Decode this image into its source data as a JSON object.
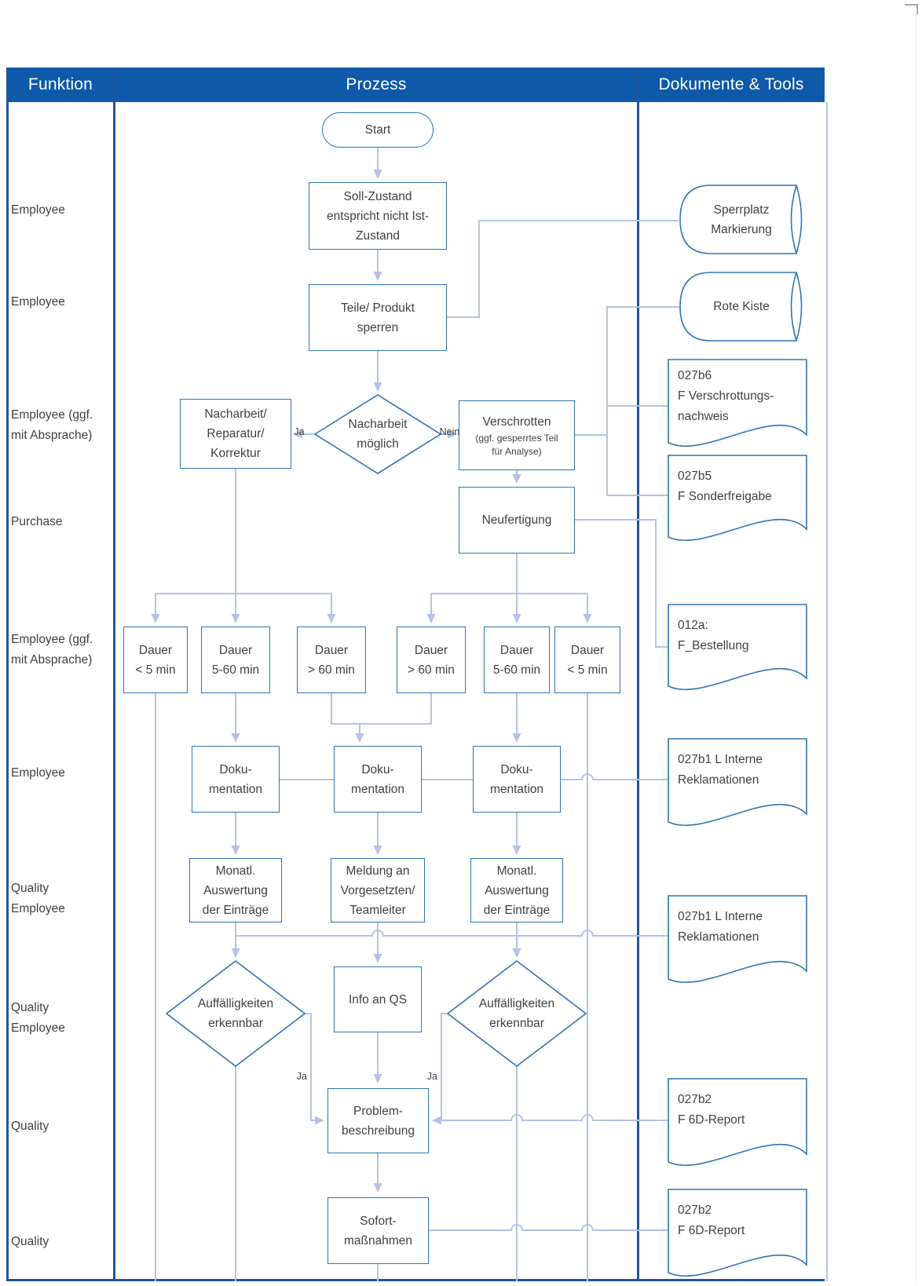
{
  "header": {
    "funktion": "Funktion",
    "prozess": "Prozess",
    "dokumente": "Dokumente & Tools"
  },
  "lanes": [
    {
      "label": "Employee"
    },
    {
      "label": "Employee"
    },
    {
      "label": "Employee (ggf.\nmit Absprache)"
    },
    {
      "label": "Purchase"
    },
    {
      "label": "Employee (ggf.\nmit Absprache)"
    },
    {
      "label": "Employee"
    },
    {
      "label": "Quality\nEmployee"
    },
    {
      "label": "Quality\nEmployee"
    },
    {
      "label": "Quality"
    },
    {
      "label": "Quality"
    }
  ],
  "nodes": {
    "start": "Start",
    "soll": "Soll-Zustand\nentspricht nicht Ist-\nZustand",
    "teile": "Teile/ Produkt\nsperren",
    "decision1": "Nacharbeit\nmöglich",
    "nacharbeit": "Nacharbeit/\nReparatur/\nKorrektur",
    "verschrotten": "Verschrotten",
    "verschrotten_sub": "(ggf. gesperrtes Teil\nfür Analyse)",
    "neufertigung": "Neufertigung",
    "dauer1": "Dauer\n< 5 min",
    "dauer2": "Dauer\n5-60 min",
    "dauer3": "Dauer\n> 60 min",
    "dauer4": "Dauer\n> 60 min",
    "dauer5": "Dauer\n5-60 min",
    "dauer6": "Dauer\n< 5 min",
    "doku1": "Doku-\nmentation",
    "doku2": "Doku-\nmentation",
    "doku3": "Doku-\nmentation",
    "monatl1": "Monatl.\nAuswertung\nder Einträge",
    "meldung": "Meldung an\nVorgesetzten/\nTeamleiter",
    "monatl2": "Monatl.\nAuswertung\nder Einträge",
    "auffaellig1": "Auffälligkeiten\nerkennbar",
    "auffaellig2": "Auffälligkeiten\nerkennbar",
    "info_qs": "Info an QS",
    "problem": "Problem-\nbeschreibung",
    "sofort": "Sofort-\nmaßnahmen"
  },
  "edge_labels": {
    "ja_decision1": "Ja",
    "nein_decision1": "Nein",
    "ja_left": "Ja",
    "ja_right": "Ja"
  },
  "docs": {
    "sperrplatz": "Sperrplatz\nMarkierung",
    "rote_kiste": "Rote Kiste",
    "d027b6": "027b6\nF Verschrottungs-\nnachweis",
    "d027b5": "027b5\nF Sonderfreigabe",
    "d012a": "012a:\nF_Bestellung",
    "d027b1_a": "027b1 L Interne\nReklamationen",
    "d027b1_b": "027b1 L Interne\nReklamationen",
    "d027b2_a": "027b2\nF 6D-Report",
    "d027b2_b": "027b2\nF 6D-Report"
  },
  "colors": {
    "header_bg": "#0e59a9",
    "lane_border": "#1d56a0",
    "shape_border": "#2e75b6",
    "connector": "#b6c1e7",
    "text": "#3f3f3f"
  }
}
